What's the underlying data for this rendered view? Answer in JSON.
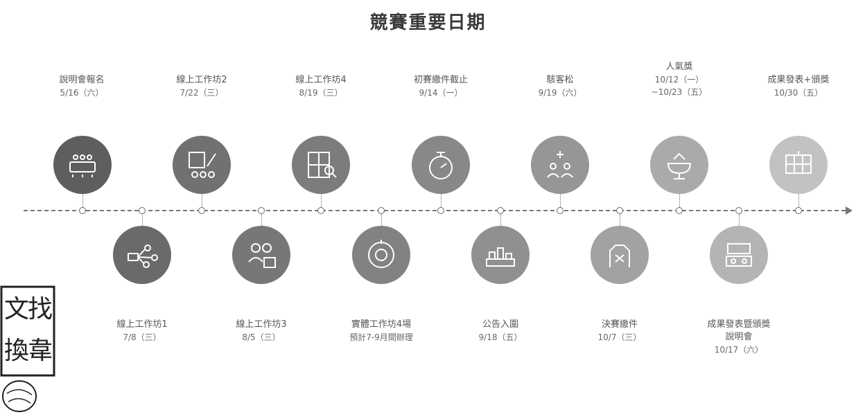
{
  "title": "競賽重要日期",
  "top_events": [
    {
      "name": "說明會報名",
      "date": "5/16（六）",
      "color": "#5e5e5e",
      "icon": "meeting-icon"
    },
    {
      "name": "線上工作坊2",
      "date": "7/22（三）",
      "color": "#717171",
      "icon": "design-tools-icon"
    },
    {
      "name": "線上工作坊4",
      "date": "8/19（三）",
      "color": "#7c7c7c",
      "icon": "blueprint-icon"
    },
    {
      "name": "初賽繳件截止",
      "date": "9/14（一）",
      "color": "#888888",
      "icon": "timer-icon"
    },
    {
      "name": "駭客松",
      "date": "9/19（六）",
      "color": "#969696",
      "icon": "team-icon"
    },
    {
      "name": "人氣獎",
      "date": "10/12（一）",
      "date2": "~10/23（五）",
      "color": "#aaaaaa",
      "icon": "award-icon"
    },
    {
      "name": "成果發表+頒獎",
      "date": "10/30（五）",
      "color": "#c2c2c2",
      "icon": "presentation-icon"
    }
  ],
  "bottom_events": [
    {
      "name": "線上工作坊1",
      "date": "7/8（三）",
      "color": "#6a6a6a",
      "icon": "network-icon"
    },
    {
      "name": "線上工作坊3",
      "date": "8/5（三）",
      "color": "#777777",
      "icon": "research-icon"
    },
    {
      "name": "實體工作坊4場",
      "date": "預計7-9月間辦理",
      "color": "#828282",
      "icon": "workshop-icon"
    },
    {
      "name": "公告入圍",
      "date": "9/18（五）",
      "color": "#909090",
      "icon": "announcement-icon"
    },
    {
      "name": "決賽繳件",
      "date": "10/7（三）",
      "color": "#a2a2a2",
      "icon": "submission-icon"
    },
    {
      "name": "成果發表暨頒獎",
      "date": "說明會",
      "date2": "10/17（六）",
      "color": "#b4b4b4",
      "icon": "venue-icon"
    }
  ],
  "seal": {
    "text": "文找換韋"
  }
}
